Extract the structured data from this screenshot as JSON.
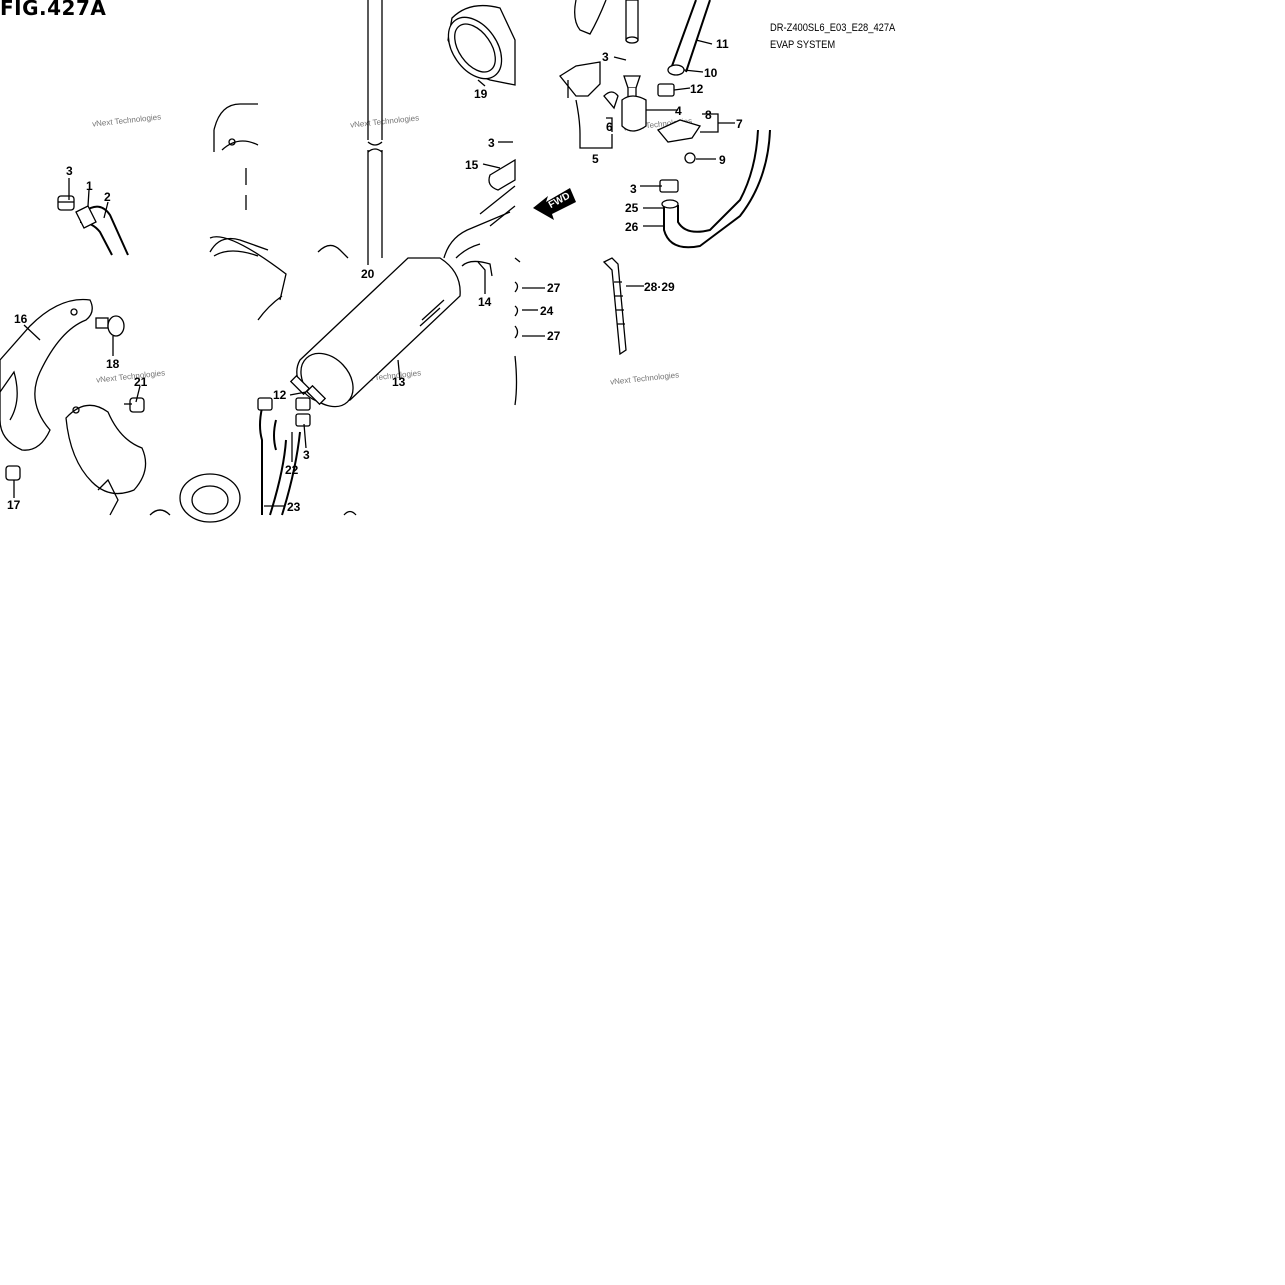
{
  "header": {
    "figure_title": "FIG.427A",
    "reference_code": "DR-Z400SL6_E03_E28_427A",
    "system_name": "EVAP SYSTEM"
  },
  "fwd_label": "FWD",
  "watermark": "vNext Technologies",
  "callouts": [
    {
      "id": "c1",
      "text": "1"
    },
    {
      "id": "c2",
      "text": "2"
    },
    {
      "id": "c3a",
      "text": "3"
    },
    {
      "id": "c3b",
      "text": "3"
    },
    {
      "id": "c3c",
      "text": "3"
    },
    {
      "id": "c3d",
      "text": "3"
    },
    {
      "id": "c3e",
      "text": "3"
    },
    {
      "id": "c4",
      "text": "4"
    },
    {
      "id": "c5",
      "text": "5"
    },
    {
      "id": "c6",
      "text": "6"
    },
    {
      "id": "c7",
      "text": "7"
    },
    {
      "id": "c8",
      "text": "8"
    },
    {
      "id": "c9",
      "text": "9"
    },
    {
      "id": "c10",
      "text": "10"
    },
    {
      "id": "c11",
      "text": "11"
    },
    {
      "id": "c12a",
      "text": "12"
    },
    {
      "id": "c12b",
      "text": "12"
    },
    {
      "id": "c13",
      "text": "13"
    },
    {
      "id": "c14",
      "text": "14"
    },
    {
      "id": "c15",
      "text": "15"
    },
    {
      "id": "c16",
      "text": "16"
    },
    {
      "id": "c17",
      "text": "17"
    },
    {
      "id": "c18",
      "text": "18"
    },
    {
      "id": "c19",
      "text": "19"
    },
    {
      "id": "c20",
      "text": "20"
    },
    {
      "id": "c21",
      "text": "21"
    },
    {
      "id": "c22",
      "text": "22"
    },
    {
      "id": "c23",
      "text": "23"
    },
    {
      "id": "c24",
      "text": "24"
    },
    {
      "id": "c25",
      "text": "25"
    },
    {
      "id": "c26",
      "text": "26"
    },
    {
      "id": "c27a",
      "text": "27"
    },
    {
      "id": "c27b",
      "text": "27"
    },
    {
      "id": "c2829",
      "text": "28·29"
    }
  ]
}
